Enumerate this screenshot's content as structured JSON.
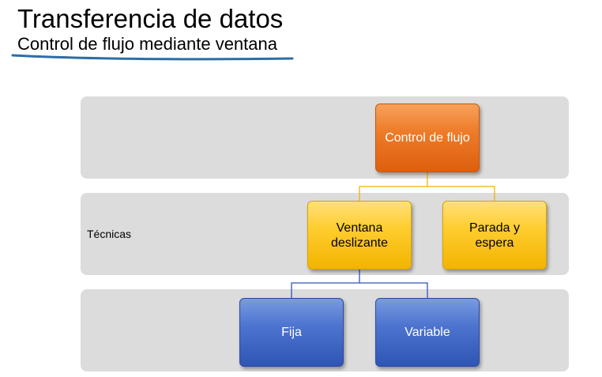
{
  "header": {
    "title": "Transferencia de datos",
    "subtitle": "Control de flujo mediante ventana"
  },
  "bands": {
    "middle_label": "Técnicas"
  },
  "nodes": {
    "root": "Control de flujo",
    "sliding_window": "Ventana deslizante",
    "stop_and_wait": "Parada y espera",
    "fixed": "Fija",
    "variable": "Variable"
  },
  "colors": {
    "band": "#dcdcdc",
    "root_fill": "#ee7c2a",
    "technique_fill": "#ffcd2f",
    "type_fill": "#4d74cf",
    "connector_top": "#f2b400",
    "connector_bottom": "#2f55b5",
    "underline": "#2e6da4"
  }
}
